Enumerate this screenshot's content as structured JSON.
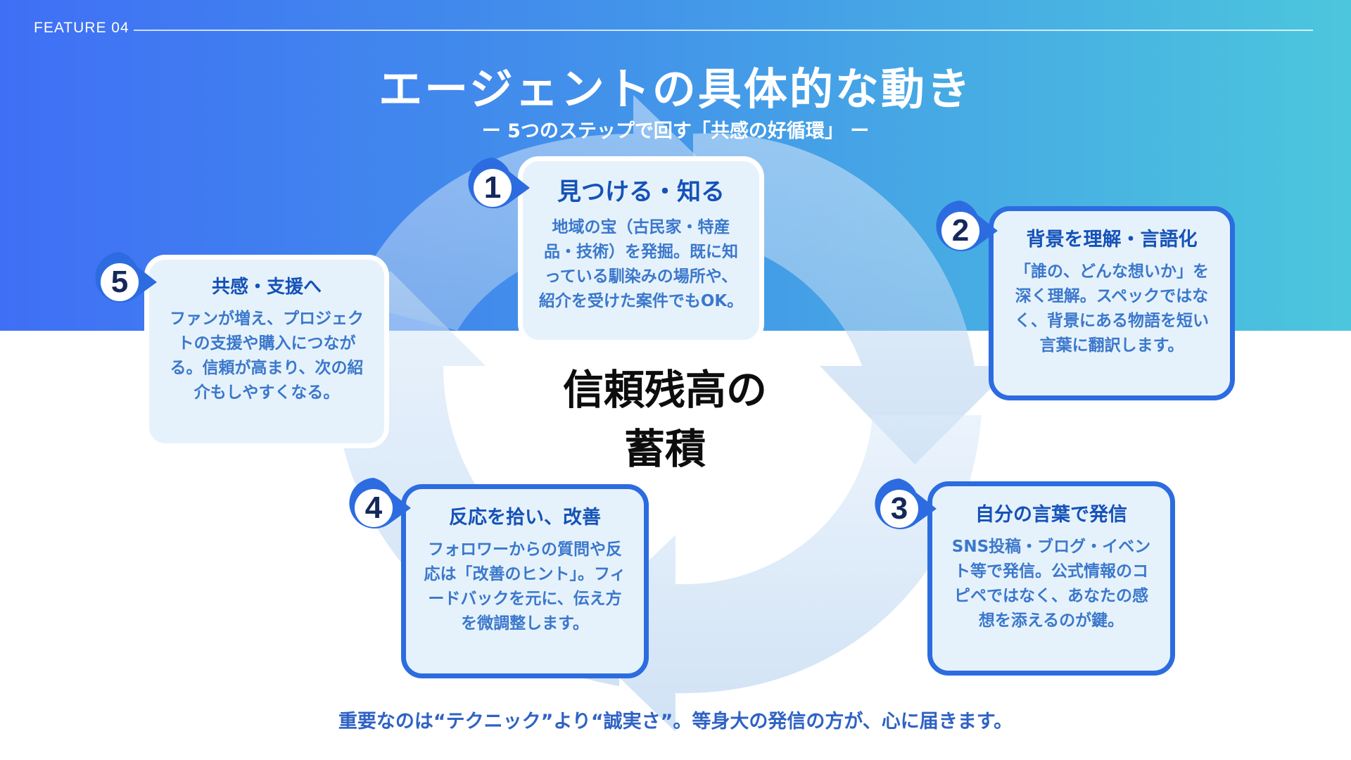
{
  "header": {
    "feature_label": "FEATURE 04",
    "title": "エージェントの具体的な動き",
    "subtitle": "ー 5つのステップで回す「共感の好循環」 ー"
  },
  "center": {
    "line1": "信頼残高の",
    "line2": "蓄積"
  },
  "steps": [
    {
      "number": "1",
      "title": "見つける・知る",
      "body": "地域の宝（古民家・特産品・技術）を発掘。既に知っている馴染みの場所や、紹介を受けた案件でもOK。"
    },
    {
      "number": "2",
      "title": "背景を理解・言語化",
      "body": "「誰の、どんな想いか」を深く理解。スペックではなく、背景にある物語を短い言葉に翻訳します。"
    },
    {
      "number": "3",
      "title": "自分の言葉で発信",
      "body": "SNS投稿・ブログ・イベント等で発信。公式情報のコピペではなく、あなたの感想を添えるのが鍵。"
    },
    {
      "number": "4",
      "title": "反応を拾い、改善",
      "body": "フォロワーからの質問や反応は「改善のヒント」。フィードバックを元に、伝え方を微調整します。"
    },
    {
      "number": "5",
      "title": "共感・支援へ",
      "body": "ファンが増え、プロジェクトの支援や購入につながる。信頼が高まり、次の紹介もしやすくなる。"
    }
  ],
  "footer": {
    "note": "重要なのは“テクニック”より“誠実さ”。等身大の発信の方が、心に届きます。"
  },
  "colors": {
    "band_start": "#3f6ff5",
    "band_end": "#4cc6dd",
    "card_bg": "#e6f2fb",
    "card_border": "#2c6ce0",
    "title_text": "#1552b8",
    "body_text": "#3b78cc",
    "badge_number": "#14285a"
  },
  "icons": {
    "cycle": "circular-arrows-icon",
    "badge": "numbered-pointer-badge-icon"
  }
}
